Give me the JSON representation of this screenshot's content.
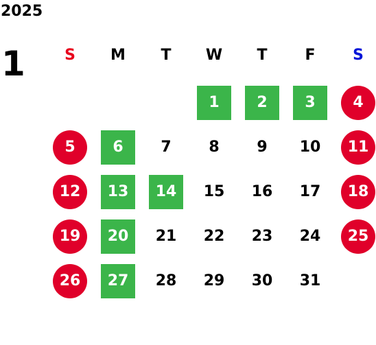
{
  "calendar": {
    "year": "2025",
    "month": "1",
    "colors": {
      "sunday_label": "#e8001c",
      "saturday_label": "#0014d8",
      "holiday_circle": "#e0002a",
      "highlight_square": "#3bb54a"
    },
    "weekdays": [
      {
        "label": "S",
        "kind": "sunday"
      },
      {
        "label": "M",
        "kind": "weekday"
      },
      {
        "label": "T",
        "kind": "weekday"
      },
      {
        "label": "W",
        "kind": "weekday"
      },
      {
        "label": "T",
        "kind": "weekday"
      },
      {
        "label": "F",
        "kind": "weekday"
      },
      {
        "label": "S",
        "kind": "saturday"
      }
    ],
    "weeks": [
      [
        null,
        null,
        null,
        {
          "n": "1",
          "style": "green"
        },
        {
          "n": "2",
          "style": "green"
        },
        {
          "n": "3",
          "style": "green"
        },
        {
          "n": "4",
          "style": "red"
        }
      ],
      [
        {
          "n": "5",
          "style": "red"
        },
        {
          "n": "6",
          "style": "green"
        },
        {
          "n": "7",
          "style": "plain"
        },
        {
          "n": "8",
          "style": "plain"
        },
        {
          "n": "9",
          "style": "plain"
        },
        {
          "n": "10",
          "style": "plain"
        },
        {
          "n": "11",
          "style": "red"
        }
      ],
      [
        {
          "n": "12",
          "style": "red"
        },
        {
          "n": "13",
          "style": "green"
        },
        {
          "n": "14",
          "style": "green"
        },
        {
          "n": "15",
          "style": "plain"
        },
        {
          "n": "16",
          "style": "plain"
        },
        {
          "n": "17",
          "style": "plain"
        },
        {
          "n": "18",
          "style": "red"
        }
      ],
      [
        {
          "n": "19",
          "style": "red"
        },
        {
          "n": "20",
          "style": "green"
        },
        {
          "n": "21",
          "style": "plain"
        },
        {
          "n": "22",
          "style": "plain"
        },
        {
          "n": "23",
          "style": "plain"
        },
        {
          "n": "24",
          "style": "plain"
        },
        {
          "n": "25",
          "style": "red"
        }
      ],
      [
        {
          "n": "26",
          "style": "red"
        },
        {
          "n": "27",
          "style": "green"
        },
        {
          "n": "28",
          "style": "plain"
        },
        {
          "n": "29",
          "style": "plain"
        },
        {
          "n": "30",
          "style": "plain"
        },
        {
          "n": "31",
          "style": "plain"
        },
        null
      ]
    ]
  }
}
